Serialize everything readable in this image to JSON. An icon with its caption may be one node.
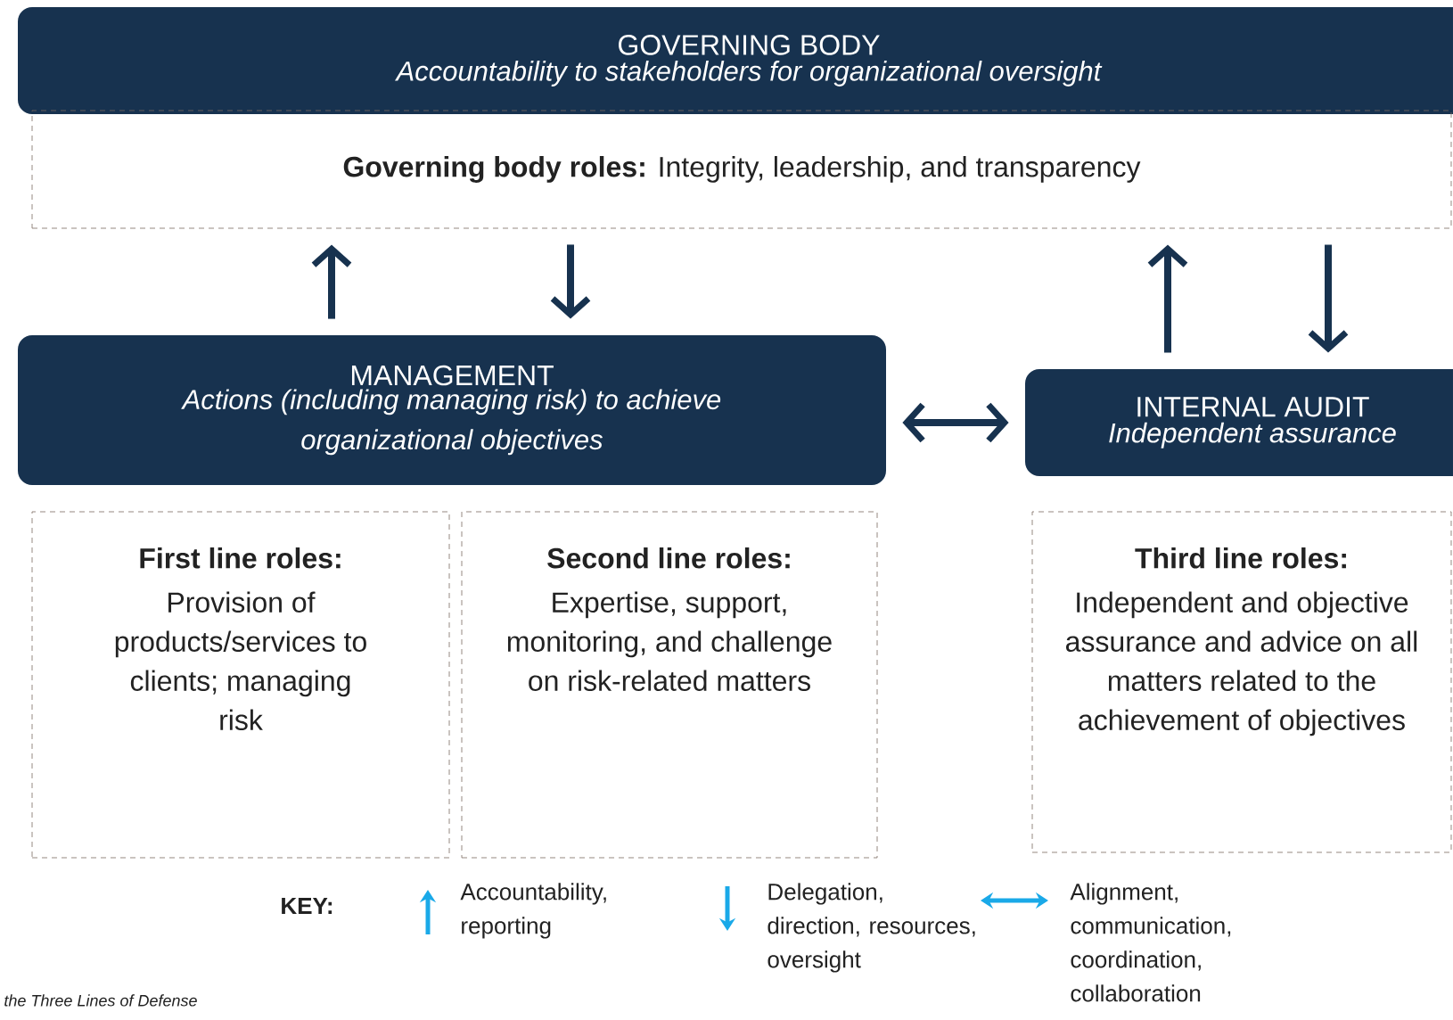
{
  "diagram": {
    "nodes": [
      {
        "text": [
          "GOVERNING BODY",
          "Accountability to stakeholders for organizational oversight"
        ]
      },
      {
        "text": [
          "**Governing body roles:** Integrity, leadership, and transparency"
        ]
      },
      {
        "text": [
          "MANAGEMENT",
          "Actions (including managing risk) to achieve organizational objectives"
        ]
      },
      {
        "text": [
          "INTERNAL AUDIT",
          "Independent assurance"
        ]
      },
      {
        "text": [
          "First line roles:",
          "Provision of products/services to clients; managing risk"
        ]
      },
      {
        "text": [
          "Second line roles:",
          "Expertise, support, monitoring, and challenge on risk-related matters"
        ]
      },
      {
        "text": [
          "Third line roles:",
          "Independent and objective assurance and advice on all matters related to the achievement of objectives"
        ]
      }
    ],
    "edges": [
      {
        "from": 2,
        "to": 1,
        "arrow": "to"
      },
      {
        "from": 1,
        "to": 2,
        "arrow": "to"
      },
      {
        "from": 3,
        "to": 1,
        "arrow": "to"
      },
      {
        "from": 1,
        "to": 3,
        "arrow": "to"
      },
      {
        "from": 2,
        "to": 3,
        "arrow": "both"
      }
    ],
    "labels": [
      "KEY:",
      "the Three Lines of Defense"
    ],
    "legend": [
      {
        "text": "Accountability, reporting"
      },
      {
        "text": "Delegation, direction, resources, oversight"
      },
      {
        "text": "Alignment, communication, coordination, collaboration"
      }
    ]
  }
}
